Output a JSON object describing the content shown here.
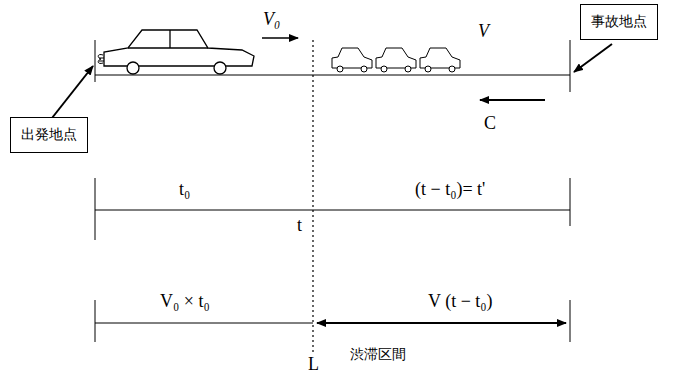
{
  "diagram": {
    "nodes": [
      {
        "text": [
          "事故地点"
        ]
      },
      {
        "text": [
          "出発地点"
        ]
      }
    ],
    "labels": [
      "V₀",
      "V",
      "C",
      "t₀",
      "(t − t₀)= t'",
      "t",
      "V₀ × t₀",
      "V (t − t₀)",
      "L",
      "渋滞区間"
    ]
  }
}
